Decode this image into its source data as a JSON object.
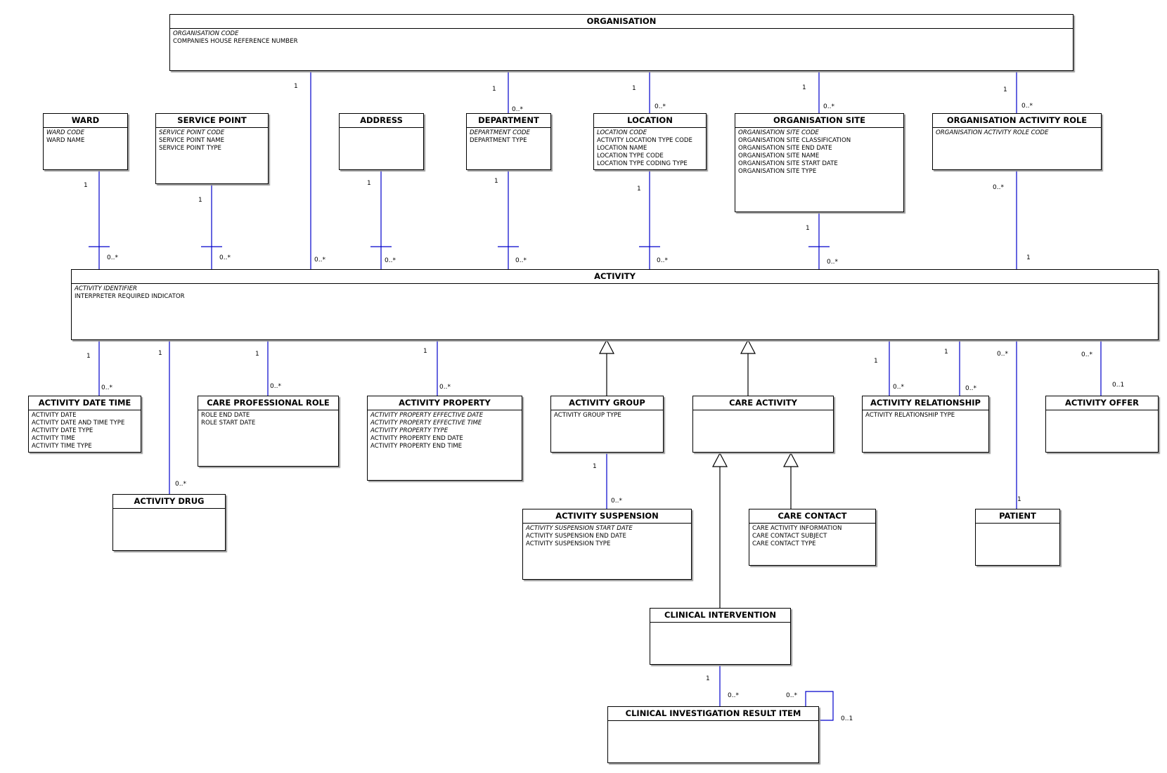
{
  "entities": [
    {
      "id": "organisation",
      "name": "ORGANISATION",
      "attributes": [
        {
          "text": "ORGANISATION CODE",
          "key": true
        },
        {
          "text": "COMPANIES HOUSE REFERENCE NUMBER",
          "key": false
        }
      ]
    },
    {
      "id": "ward",
      "name": "WARD",
      "attributes": [
        {
          "text": "WARD CODE",
          "key": true
        },
        {
          "text": "WARD NAME",
          "key": false
        }
      ]
    },
    {
      "id": "service-point",
      "name": "SERVICE POINT",
      "attributes": [
        {
          "text": "SERVICE POINT CODE",
          "key": true
        },
        {
          "text": "SERVICE POINT NAME",
          "key": false
        },
        {
          "text": "SERVICE POINT TYPE",
          "key": false
        }
      ]
    },
    {
      "id": "address",
      "name": "ADDRESS",
      "attributes": []
    },
    {
      "id": "department",
      "name": "DEPARTMENT",
      "attributes": [
        {
          "text": "DEPARTMENT CODE",
          "key": true
        },
        {
          "text": "DEPARTMENT TYPE",
          "key": false
        }
      ]
    },
    {
      "id": "location",
      "name": "LOCATION",
      "attributes": [
        {
          "text": "LOCATION CODE",
          "key": true
        },
        {
          "text": "ACTIVITY LOCATION TYPE CODE",
          "key": false
        },
        {
          "text": "LOCATION NAME",
          "key": false
        },
        {
          "text": "LOCATION TYPE CODE",
          "key": false
        },
        {
          "text": "LOCATION TYPE CODING TYPE",
          "key": false
        }
      ]
    },
    {
      "id": "organisation-site",
      "name": "ORGANISATION SITE",
      "attributes": [
        {
          "text": "ORGANISATION SITE CODE",
          "key": true
        },
        {
          "text": "ORGANISATION SITE CLASSIFICATION",
          "key": false
        },
        {
          "text": "ORGANISATION SITE END DATE",
          "key": false
        },
        {
          "text": "ORGANISATION SITE NAME",
          "key": false
        },
        {
          "text": "ORGANISATION SITE START DATE",
          "key": false
        },
        {
          "text": "ORGANISATION SITE TYPE",
          "key": false
        }
      ]
    },
    {
      "id": "organisation-activity-role",
      "name": "ORGANISATION ACTIVITY ROLE",
      "attributes": [
        {
          "text": "ORGANISATION ACTIVITY ROLE CODE",
          "key": true
        }
      ]
    },
    {
      "id": "activity",
      "name": "ACTIVITY",
      "attributes": [
        {
          "text": "ACTIVITY IDENTIFIER",
          "key": true
        },
        {
          "text": "INTERPRETER REQUIRED INDICATOR",
          "key": false
        }
      ]
    },
    {
      "id": "activity-date-time",
      "name": "ACTIVITY DATE TIME",
      "attributes": [
        {
          "text": "ACTIVITY DATE",
          "key": false
        },
        {
          "text": "ACTIVITY DATE AND TIME TYPE",
          "key": false
        },
        {
          "text": "ACTIVITY DATE TYPE",
          "key": false
        },
        {
          "text": "ACTIVITY TIME",
          "key": false
        },
        {
          "text": "ACTIVITY TIME TYPE",
          "key": false
        }
      ]
    },
    {
      "id": "care-professional-role",
      "name": "CARE PROFESSIONAL ROLE",
      "attributes": [
        {
          "text": "ROLE END DATE",
          "key": false
        },
        {
          "text": "ROLE START DATE",
          "key": false
        }
      ]
    },
    {
      "id": "activity-property",
      "name": "ACTIVITY PROPERTY",
      "attributes": [
        {
          "text": "ACTIVITY PROPERTY EFFECTIVE DATE",
          "key": true
        },
        {
          "text": "ACTIVITY PROPERTY EFFECTIVE TIME",
          "key": true
        },
        {
          "text": "ACTIVITY PROPERTY TYPE",
          "key": true
        },
        {
          "text": "ACTIVITY PROPERTY END DATE",
          "key": false
        },
        {
          "text": "ACTIVITY PROPERTY END TIME",
          "key": false
        }
      ]
    },
    {
      "id": "activity-group",
      "name": "ACTIVITY GROUP",
      "attributes": [
        {
          "text": "ACTIVITY GROUP TYPE",
          "key": false
        }
      ]
    },
    {
      "id": "care-activity",
      "name": "CARE ACTIVITY",
      "attributes": []
    },
    {
      "id": "activity-relationship",
      "name": "ACTIVITY RELATIONSHIP",
      "attributes": [
        {
          "text": "ACTIVITY RELATIONSHIP TYPE",
          "key": false
        }
      ]
    },
    {
      "id": "activity-offer",
      "name": "ACTIVITY OFFER",
      "attributes": []
    },
    {
      "id": "activity-drug",
      "name": "ACTIVITY DRUG",
      "attributes": []
    },
    {
      "id": "activity-suspension",
      "name": "ACTIVITY SUSPENSION",
      "attributes": [
        {
          "text": "ACTIVITY SUSPENSION START DATE",
          "key": true
        },
        {
          "text": "ACTIVITY SUSPENSION END DATE",
          "key": false
        },
        {
          "text": "ACTIVITY SUSPENSION TYPE",
          "key": false
        }
      ]
    },
    {
      "id": "care-contact",
      "name": "CARE CONTACT",
      "attributes": [
        {
          "text": "CARE ACTIVITY INFORMATION",
          "key": false
        },
        {
          "text": "CARE CONTACT SUBJECT",
          "key": false
        },
        {
          "text": "CARE CONTACT TYPE",
          "key": false
        }
      ]
    },
    {
      "id": "patient",
      "name": "PATIENT",
      "attributes": []
    },
    {
      "id": "clinical-intervention",
      "name": "CLINICAL INTERVENTION",
      "attributes": []
    },
    {
      "id": "clinical-investigation-result-item",
      "name": "CLINICAL INVESTIGATION RESULT ITEM",
      "attributes": []
    }
  ],
  "relationships": [
    {
      "id": "org-activity",
      "from": "organisation",
      "to": "activity",
      "from_mult": "1",
      "to_mult": "0..*"
    },
    {
      "id": "org-department",
      "from": "organisation",
      "to": "department",
      "from_mult": "1",
      "to_mult": "0..*"
    },
    {
      "id": "org-location",
      "from": "organisation",
      "to": "location",
      "from_mult": "1",
      "to_mult": "0..*"
    },
    {
      "id": "org-site",
      "from": "organisation",
      "to": "organisation-site",
      "from_mult": "1",
      "to_mult": "0..*"
    },
    {
      "id": "org-activity-role",
      "from": "organisation",
      "to": "organisation-activity-role",
      "from_mult": "1",
      "to_mult": "0..*"
    },
    {
      "id": "ward-activity",
      "from": "ward",
      "to": "activity",
      "from_mult": "1",
      "to_mult": "0..*"
    },
    {
      "id": "service-point-activity",
      "from": "service-point",
      "to": "activity",
      "from_mult": "1",
      "to_mult": "0..*"
    },
    {
      "id": "address-activity",
      "from": "address",
      "to": "activity",
      "from_mult": "1",
      "to_mult": "0..*"
    },
    {
      "id": "department-activity",
      "from": "department",
      "to": "activity",
      "from_mult": "1",
      "to_mult": "0..*"
    },
    {
      "id": "location-activity",
      "from": "location",
      "to": "activity",
      "from_mult": "1",
      "to_mult": "0..*"
    },
    {
      "id": "site-activity",
      "from": "organisation-site",
      "to": "activity",
      "from_mult": "1",
      "to_mult": "0..*"
    },
    {
      "id": "role-activity",
      "from": "organisation-activity-role",
      "to": "activity",
      "from_mult": "0..*",
      "to_mult": "1"
    },
    {
      "id": "activity-date-time",
      "from": "activity",
      "to": "activity-date-time",
      "from_mult": "1",
      "to_mult": "0..*"
    },
    {
      "id": "activity-drug",
      "from": "activity",
      "to": "activity-drug",
      "from_mult": "1",
      "to_mult": "0..*"
    },
    {
      "id": "activity-care-professional-role",
      "from": "activity",
      "to": "care-professional-role",
      "from_mult": "1",
      "to_mult": "0..*"
    },
    {
      "id": "activity-property",
      "from": "activity",
      "to": "activity-property",
      "from_mult": "1",
      "to_mult": "0..*"
    },
    {
      "id": "activity-relationship-a",
      "from": "activity",
      "to": "activity-relationship",
      "from_mult": "1",
      "to_mult": "0..*"
    },
    {
      "id": "activity-relationship-b",
      "from": "activity",
      "to": "activity-relationship",
      "from_mult": "1",
      "to_mult": "0..*"
    },
    {
      "id": "activity-patient",
      "from": "activity",
      "to": "patient",
      "from_mult": "0..*",
      "to_mult": "1"
    },
    {
      "id": "activity-offer",
      "from": "activity",
      "to": "activity-offer",
      "from_mult": "0..*",
      "to_mult": "0..1"
    },
    {
      "id": "group-suspension",
      "from": "activity-group",
      "to": "activity-suspension",
      "from_mult": "1",
      "to_mult": "0..*"
    },
    {
      "id": "intervention-result",
      "from": "clinical-intervention",
      "to": "clinical-investigation-result-item",
      "from_mult": "1",
      "to_mult": "0..*"
    },
    {
      "id": "result-self",
      "from": "clinical-investigation-result-item",
      "to": "clinical-investigation-result-item",
      "from_mult": "0..*",
      "to_mult": "0..1"
    }
  ],
  "generalizations": [
    {
      "id": "gen-activity-group",
      "child": "activity-group",
      "parent": "activity"
    },
    {
      "id": "gen-care-activity",
      "child": "care-activity",
      "parent": "activity"
    },
    {
      "id": "gen-care-contact",
      "child": "care-contact",
      "parent": "care-activity"
    },
    {
      "id": "gen-clinical-intervention",
      "child": "clinical-intervention",
      "parent": "care-activity"
    }
  ],
  "colors": {
    "association_line": "#0000cc",
    "generalization_line": "#000000",
    "box_border": "#000000",
    "box_shadow": "#9a9a9a"
  }
}
